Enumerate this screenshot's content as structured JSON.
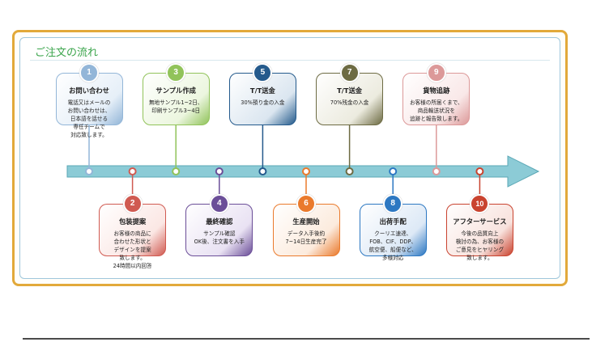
{
  "title": "ご注文の流れ",
  "colors": {
    "frame": "#e2a93a",
    "inner": "#9fc7dc",
    "title": "#3aa44b",
    "arrow": "#8ccbd6",
    "arrow_edge": "#5aa7b5"
  },
  "steps": [
    {
      "num": "1",
      "title": "お問い合わせ",
      "body": "電話又はメールの\nお問い合わせは、\n日本語を話せる\n専任チームで\n対応致します。",
      "color": "#93b6d8",
      "tint": "#e6eff8"
    },
    {
      "num": "2",
      "title": "包装提案",
      "body": "お客様の商品に\n合わせた形状と\nデザインを提案\n致します。\n24時間以内回答",
      "color": "#d05a51",
      "tint": "#fbe7e4"
    },
    {
      "num": "3",
      "title": "サンプル作成",
      "body": "無地サンプル1~2日、\n印刷サンプル3~4日",
      "color": "#91c35a",
      "tint": "#ecf6df"
    },
    {
      "num": "4",
      "title": "最終確認",
      "body": "サンプル確認\nOK後、注文書を入手",
      "color": "#6b4e98",
      "tint": "#e9e2f3"
    },
    {
      "num": "5",
      "title": "T/T送金",
      "body": "30%預り金の入金",
      "color": "#245a8c",
      "tint": "#dbe6f0"
    },
    {
      "num": "6",
      "title": "生産開始",
      "body": "データ入手後約\n7~14日生産完了",
      "color": "#ea7a2c",
      "tint": "#fcebdd"
    },
    {
      "num": "7",
      "title": "T/T送金",
      "body": "70%残金の入金",
      "color": "#6d6b43",
      "tint": "#ecebdf"
    },
    {
      "num": "8",
      "title": "出荷手配",
      "body": "クーリエ速達、\nFOB、CIF、DDP、\n航空便、船便など、\n多様対応",
      "color": "#2d78c2",
      "tint": "#dde9f6"
    },
    {
      "num": "9",
      "title": "貨物追跡",
      "body": "お客様の所届くまで、\n商品輸送状況を\n追跡と報告致します。",
      "color": "#dc9999",
      "tint": "#f9e8e8"
    },
    {
      "num": "10",
      "title": "アフターサービス",
      "body": "今後の品質向上\n検討の為、お客様の\nご意見をヒヤリング\n致します。",
      "color": "#c9432f",
      "tint": "#f8e2dd"
    }
  ]
}
